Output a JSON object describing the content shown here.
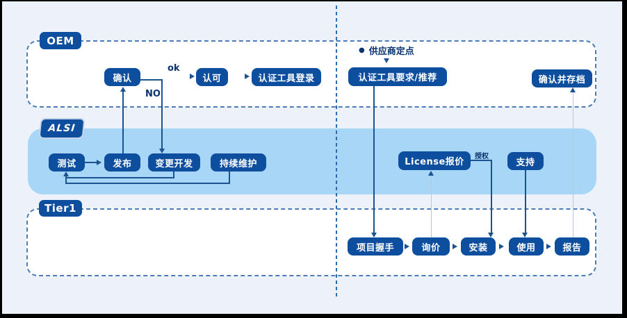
{
  "diagram": {
    "title_hint": "OEM / ALSI / Tier1 certification tool workflow",
    "lanes": [
      {
        "id": "oem",
        "label": "OEM"
      },
      {
        "id": "alsi",
        "label": "ALSI"
      },
      {
        "id": "tier1",
        "label": "Tier1"
      }
    ],
    "nodes": {
      "confirm": "确认",
      "approve": "认可",
      "cert_login": "认证工具登录",
      "cert_req": "认证工具要求/推荐",
      "archive": "确认并存档",
      "test": "测试",
      "release": "发布",
      "change_dev": "变更开发",
      "maintain": "持续维护",
      "license_quote": "License报价",
      "support": "支持",
      "handshake": "项目握手",
      "inquiry": "询价",
      "install": "安装",
      "use": "使用",
      "report": "报告"
    },
    "labels": {
      "ok": "ok",
      "no": "NO",
      "supplier": "供应商定点",
      "bullet": "●",
      "auth": "授权"
    },
    "edges": [
      {
        "from": "测试",
        "to": "发布"
      },
      {
        "from": "发布",
        "to": "确认"
      },
      {
        "from": "确认",
        "to": "认可",
        "label": "ok"
      },
      {
        "from": "确认",
        "to": "变更开发",
        "label": "NO"
      },
      {
        "from": "认可",
        "to": "认证工具登录"
      },
      {
        "from": "供应商定点",
        "to": "认证工具要求/推荐"
      },
      {
        "from": "认证工具要求/推荐",
        "to": "项目握手"
      },
      {
        "from": "项目握手",
        "to": "询价"
      },
      {
        "from": "询价",
        "to": "安装"
      },
      {
        "from": "安装",
        "to": "使用"
      },
      {
        "from": "使用",
        "to": "报告"
      },
      {
        "from": "询价",
        "to": "License报价"
      },
      {
        "from": "License报价",
        "to": "安装",
        "label": "授权"
      },
      {
        "from": "支持",
        "to": "使用"
      },
      {
        "from": "报告",
        "to": "确认并存档"
      },
      {
        "from": "变更开发",
        "to": "测试"
      },
      {
        "from": "持续维护",
        "to": "测试"
      }
    ],
    "colors": {
      "box": "#0d4e9e",
      "lane": "#a8d6f6",
      "line": "#1a5391",
      "line_light": "#b3c8e2",
      "accent": "#0a3470",
      "bg": "#edf2fa",
      "dash": "#4a7cb8",
      "divider": "#2c6bae"
    }
  }
}
